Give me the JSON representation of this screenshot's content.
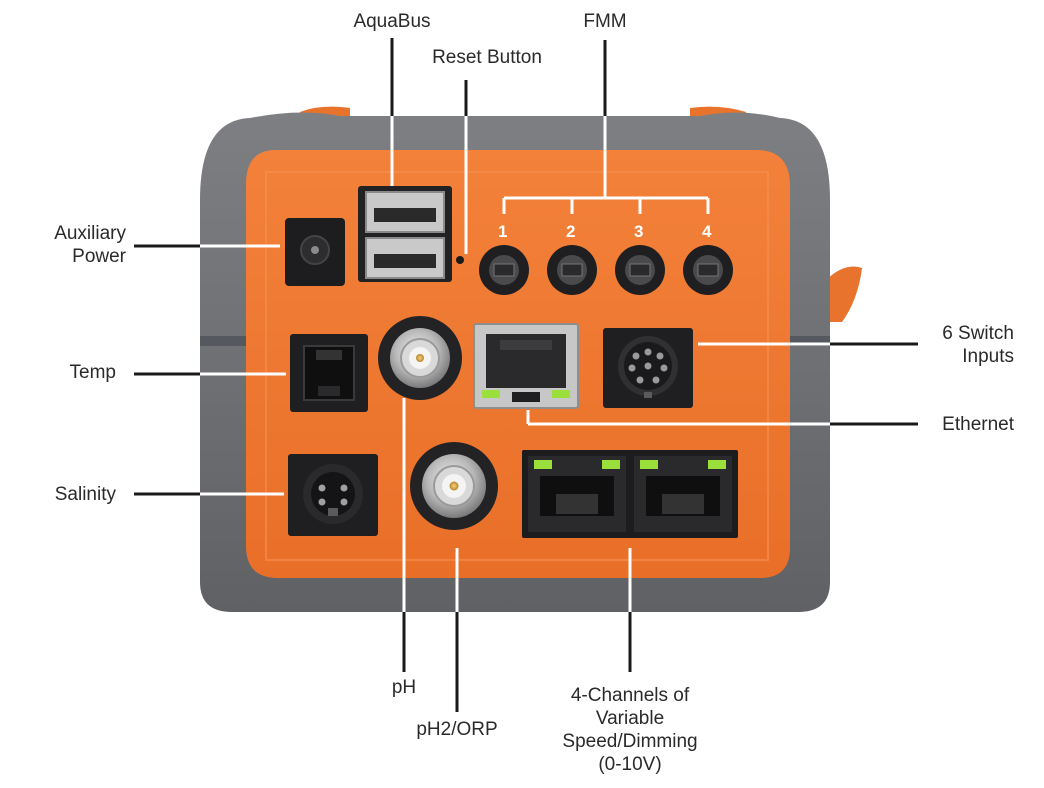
{
  "labels": {
    "aquabus": "AquaBus",
    "reset_button": "Reset Button",
    "fmm": "FMM",
    "aux_power_line1": "Auxiliary",
    "aux_power_line2": "Power",
    "temp": "Temp",
    "salinity": "Salinity",
    "switch_line1": "6 Switch",
    "switch_line2": "Inputs",
    "ethernet": "Ethernet",
    "ph": "pH",
    "ph2_orp": "pH2/ORP",
    "channels_line1": "4-Channels of",
    "channels_line2": "Variable",
    "channels_line3": "Speed/Dimming",
    "channels_line4": "(0-10V)"
  },
  "fmm_ports": [
    "1",
    "2",
    "3",
    "4"
  ],
  "colors": {
    "housing_orange": "#f07a32",
    "bumper_gray": "#6f7175",
    "leader_line": "#1a1a1a",
    "led_green": "#9be03a"
  }
}
